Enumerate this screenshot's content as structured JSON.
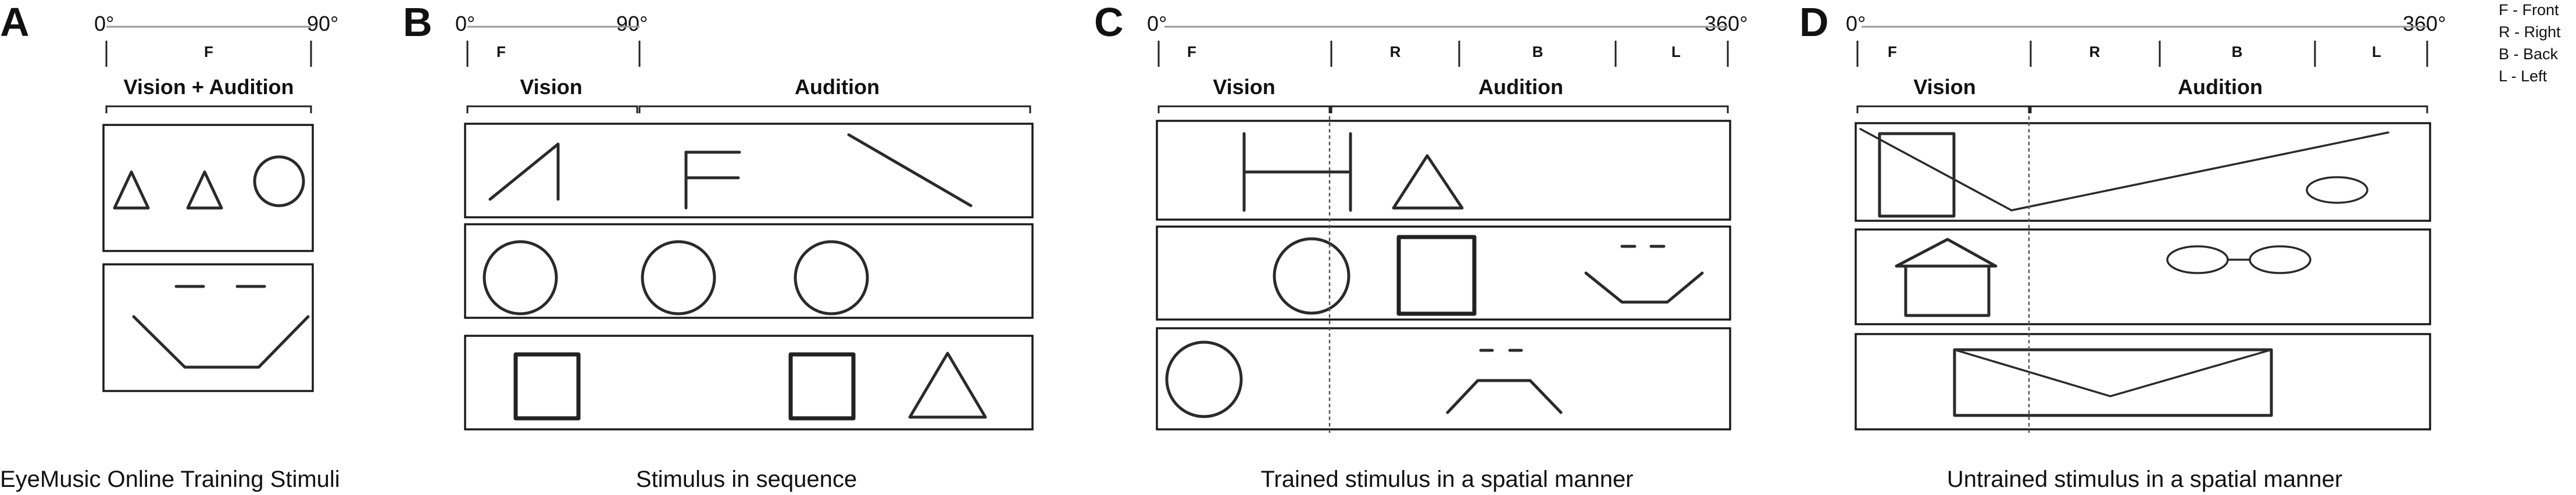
{
  "panels": {
    "a": {
      "letter": "A",
      "scale_start": "0°",
      "scale_end": "90°",
      "zone_f": "F",
      "sense_label": "Vision + Audition",
      "caption": "EyeMusic Online Training Stimuli"
    },
    "b": {
      "letter": "B",
      "scale_start": "0°",
      "scale_end": "90°",
      "zone_f": "F",
      "vision_label": "Vision",
      "audition_label": "Audition",
      "caption": "Stimulus in sequence"
    },
    "c": {
      "letter": "C",
      "scale_start": "0°",
      "scale_end": "360°",
      "zone_f": "F",
      "zone_r": "R",
      "zone_b": "B",
      "zone_l": "L",
      "vision_label": "Vision",
      "audition_label": "Audition",
      "caption": "Trained stimulus in a spatial manner"
    },
    "d": {
      "letter": "D",
      "scale_start": "0°",
      "scale_end": "360°",
      "zone_f": "F",
      "zone_r": "R",
      "zone_b": "B",
      "zone_l": "L",
      "vision_label": "Vision",
      "audition_label": "Audition",
      "caption": "Untrained stimulus in a spatial manner"
    }
  },
  "legend": {
    "front": "F - Front",
    "right": "R - Right",
    "back": "B - Back",
    "left": "L - Left"
  }
}
